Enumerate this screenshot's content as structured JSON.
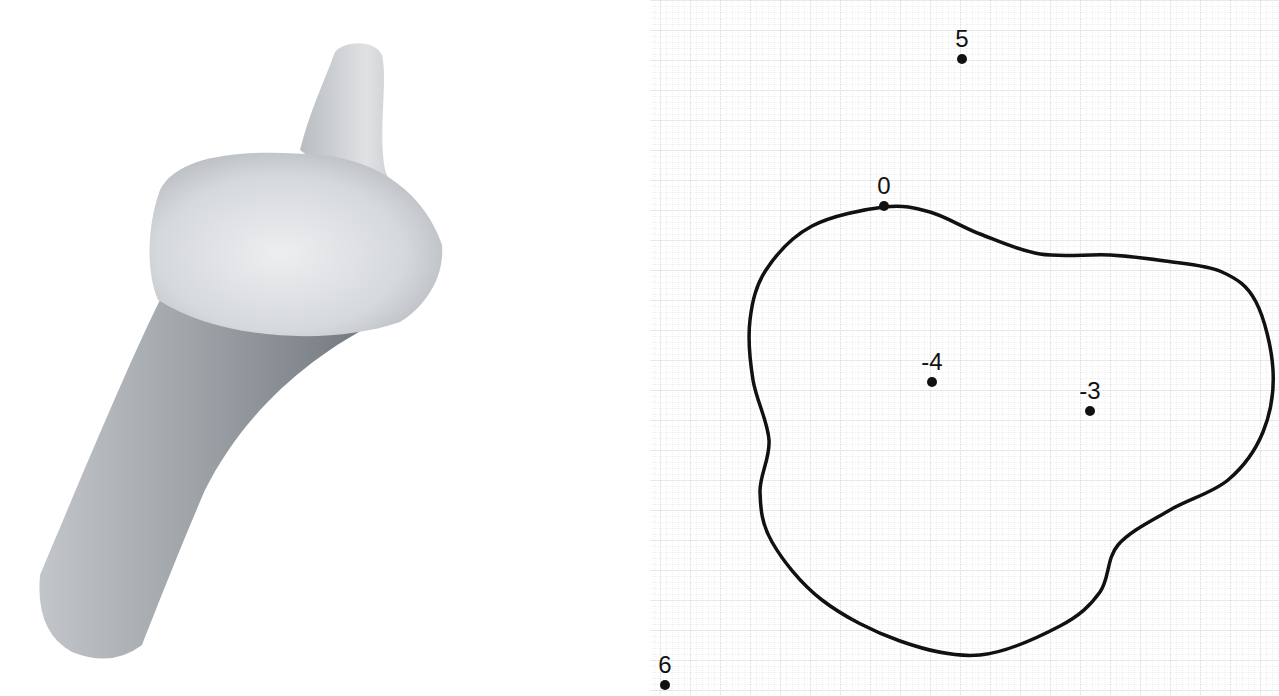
{
  "diagram": {
    "labels": [
      "5",
      "0",
      "-4",
      "-3",
      "6"
    ]
  }
}
